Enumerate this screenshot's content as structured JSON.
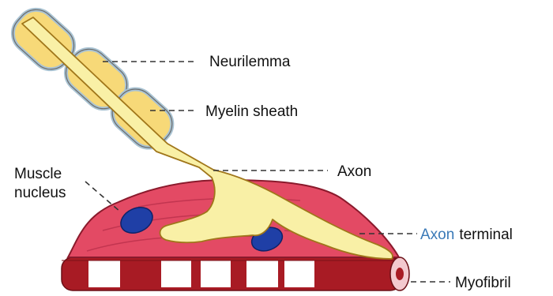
{
  "labels": {
    "neurilemma": "Neurilemma",
    "myelin_sheath": "Myelin sheath",
    "axon": "Axon",
    "muscle_nucleus_line1": "Muscle",
    "muscle_nucleus_line2": "nucleus",
    "axon_terminal_part1": "Axon",
    "axon_terminal_part2": "terminal",
    "myofibril": "Myofibril"
  },
  "colors": {
    "myelin_fill": "#f7d978",
    "neurilemma_outline": "#a9c3d3",
    "axon_fill": "#f9f0a6",
    "muscle_fill": "#e34a64",
    "nucleus_fill": "#1f3fa6",
    "myofibril_red": "#a81b24",
    "myofibril_white": "#ffffff",
    "axon_terminal_word_color": "#3a79b7"
  }
}
